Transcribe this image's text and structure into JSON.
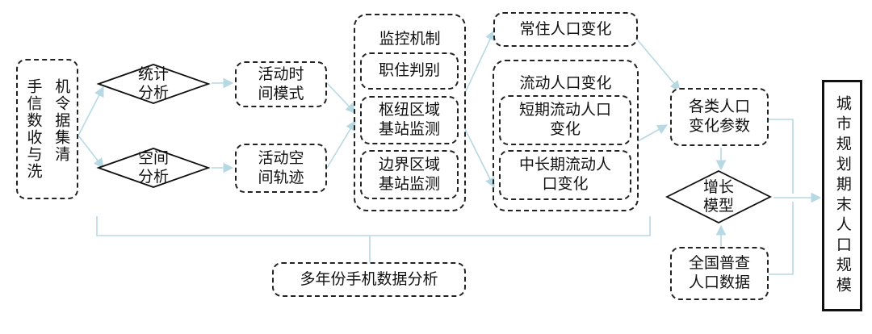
{
  "nodes": {
    "data_clean": {
      "col1": "手信数收与洗",
      "col2": "机令据集清"
    },
    "stat_analysis": "统计\n分析",
    "space_analysis": "空间\n分析",
    "activity_time": "活动时\n间模式",
    "activity_space": "活动空\n间轨迹",
    "monitor_title": "监控机制",
    "job_residence": "职住判别",
    "hub_station": "枢纽区域\n基站监测",
    "border_station": "边界区域\n基站监测",
    "resident_change": "常住人口变化",
    "floating_title": "流动人口变化",
    "short_floating": "短期流动人口\n变化",
    "long_floating": "中长期流动人\n口变化",
    "params": "各类人口\n变化参数",
    "growth_model": "增长\n模型",
    "census": "全国普查\n人口数据",
    "multi_year": "多年份手机数据分析",
    "result": "城市规划期末人口规模"
  },
  "colors": {
    "arrow": "#b7d9e4",
    "border": "#222222"
  }
}
